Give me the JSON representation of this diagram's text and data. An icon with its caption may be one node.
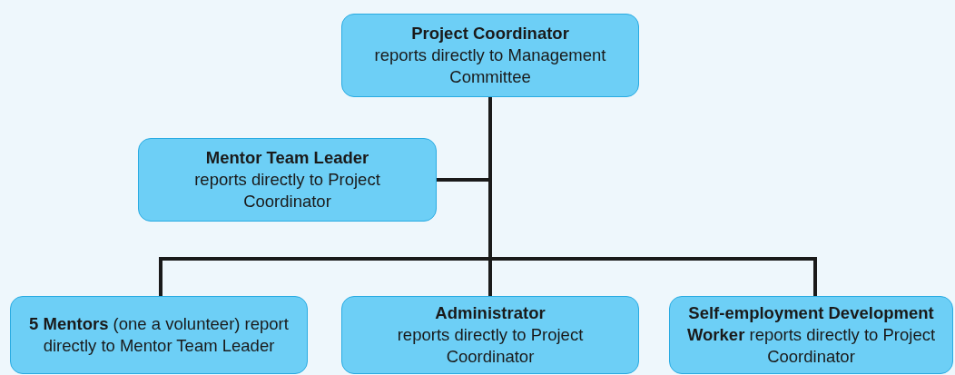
{
  "diagram": {
    "nodes": [
      {
        "text": [
          "Project Coordinator",
          "reports directly to Management Committee"
        ]
      },
      {
        "text": [
          "Mentor Team Leader",
          "reports directly to Project Coordinator"
        ]
      },
      {
        "text": [
          "**5 Mentors** (one a volunteer) report directly to Mentor Team Leader"
        ]
      },
      {
        "text": [
          "Administrator",
          "reports directly to Project Coordinator"
        ]
      },
      {
        "text": [
          "**Self-employment Development Worker** reports directly to Project Coordinator"
        ]
      }
    ],
    "edges": [
      {
        "from": 0,
        "to": 1,
        "arrow": "none"
      },
      {
        "from": 0,
        "to": 2,
        "arrow": "none"
      },
      {
        "from": 0,
        "to": 3,
        "arrow": "none"
      },
      {
        "from": 0,
        "to": 4,
        "arrow": "none"
      }
    ]
  }
}
